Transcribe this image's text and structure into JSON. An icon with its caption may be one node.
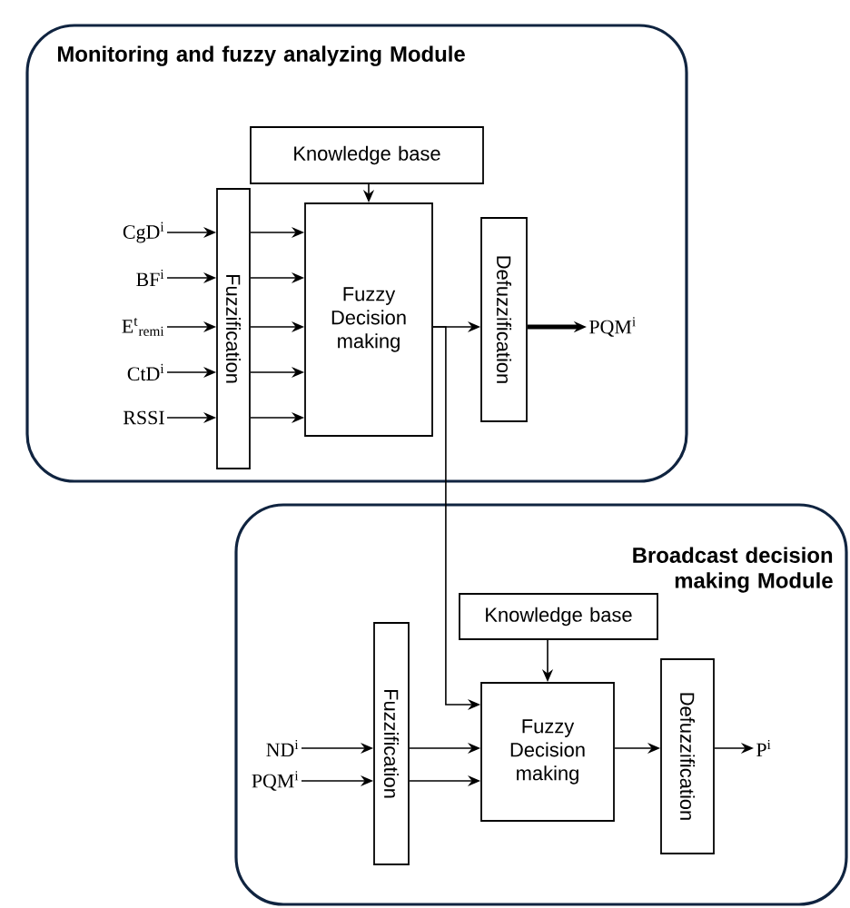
{
  "diagram": {
    "nodes": [
      {
        "text": [
          "Monitoring and fuzzy analyzing Module"
        ]
      },
      {
        "text": [
          "Knowledge base"
        ],
        "in": 0
      },
      {
        "text": [
          "CgD$^{i}$"
        ],
        "in": 0
      },
      {
        "text": [
          "BF$^{i}$"
        ],
        "in": 0
      },
      {
        "text": [
          "E$^{t}$$_{remi}$"
        ],
        "in": 0
      },
      {
        "text": [
          "CtD$^{i}$"
        ],
        "in": 0
      },
      {
        "text": [
          "RSSI"
        ],
        "in": 0
      },
      {
        "text": [
          "Fuzzification"
        ],
        "in": 0
      },
      {
        "text": [
          "Fuzzy Decision making"
        ],
        "in": 0
      },
      {
        "text": [
          "Defuzzification"
        ],
        "in": 0
      },
      {
        "text": [
          "PQM$^{i}$"
        ],
        "in": 0
      },
      {
        "text": [
          "Broadcast decision making Module"
        ]
      },
      {
        "text": [
          "Knowledge base"
        ],
        "in": 11
      },
      {
        "text": [
          "ND$^{i}$"
        ],
        "in": 11
      },
      {
        "text": [
          "PQM$^{i}$"
        ],
        "in": 11
      },
      {
        "text": [
          "Fuzzification"
        ],
        "in": 11
      },
      {
        "text": [
          "Fuzzy Decision making"
        ],
        "in": 11
      },
      {
        "text": [
          "Defuzzification"
        ],
        "in": 11
      },
      {
        "text": [
          "P$^{i}$"
        ],
        "in": 11
      }
    ],
    "edges": [
      {
        "from": 2,
        "to": 7,
        "arrow": "to"
      },
      {
        "from": 3,
        "to": 7,
        "arrow": "to"
      },
      {
        "from": 4,
        "to": 7,
        "arrow": "to"
      },
      {
        "from": 5,
        "to": 7,
        "arrow": "to"
      },
      {
        "from": 6,
        "to": 7,
        "arrow": "to"
      },
      {
        "from": 7,
        "to": 8,
        "arrow": "to"
      },
      {
        "from": 7,
        "to": 8,
        "arrow": "to"
      },
      {
        "from": 7,
        "to": 8,
        "arrow": "to"
      },
      {
        "from": 7,
        "to": 8,
        "arrow": "to"
      },
      {
        "from": 7,
        "to": 8,
        "arrow": "to"
      },
      {
        "from": 1,
        "to": 8,
        "arrow": "to"
      },
      {
        "from": 8,
        "to": 9,
        "arrow": "to"
      },
      {
        "from": 9,
        "to": 10,
        "arrow": "to",
        "style": "thick"
      },
      {
        "from": 8,
        "to": 16,
        "arrow": "to"
      },
      {
        "from": 12,
        "to": 16,
        "arrow": "to"
      },
      {
        "from": 13,
        "to": 15,
        "arrow": "to"
      },
      {
        "from": 14,
        "to": 15,
        "arrow": "to"
      },
      {
        "from": 15,
        "to": 16,
        "arrow": "to"
      },
      {
        "from": 15,
        "to": 16,
        "arrow": "to"
      },
      {
        "from": 16,
        "to": 17,
        "arrow": "to"
      },
      {
        "from": 17,
        "to": 18,
        "arrow": "to"
      }
    ]
  }
}
